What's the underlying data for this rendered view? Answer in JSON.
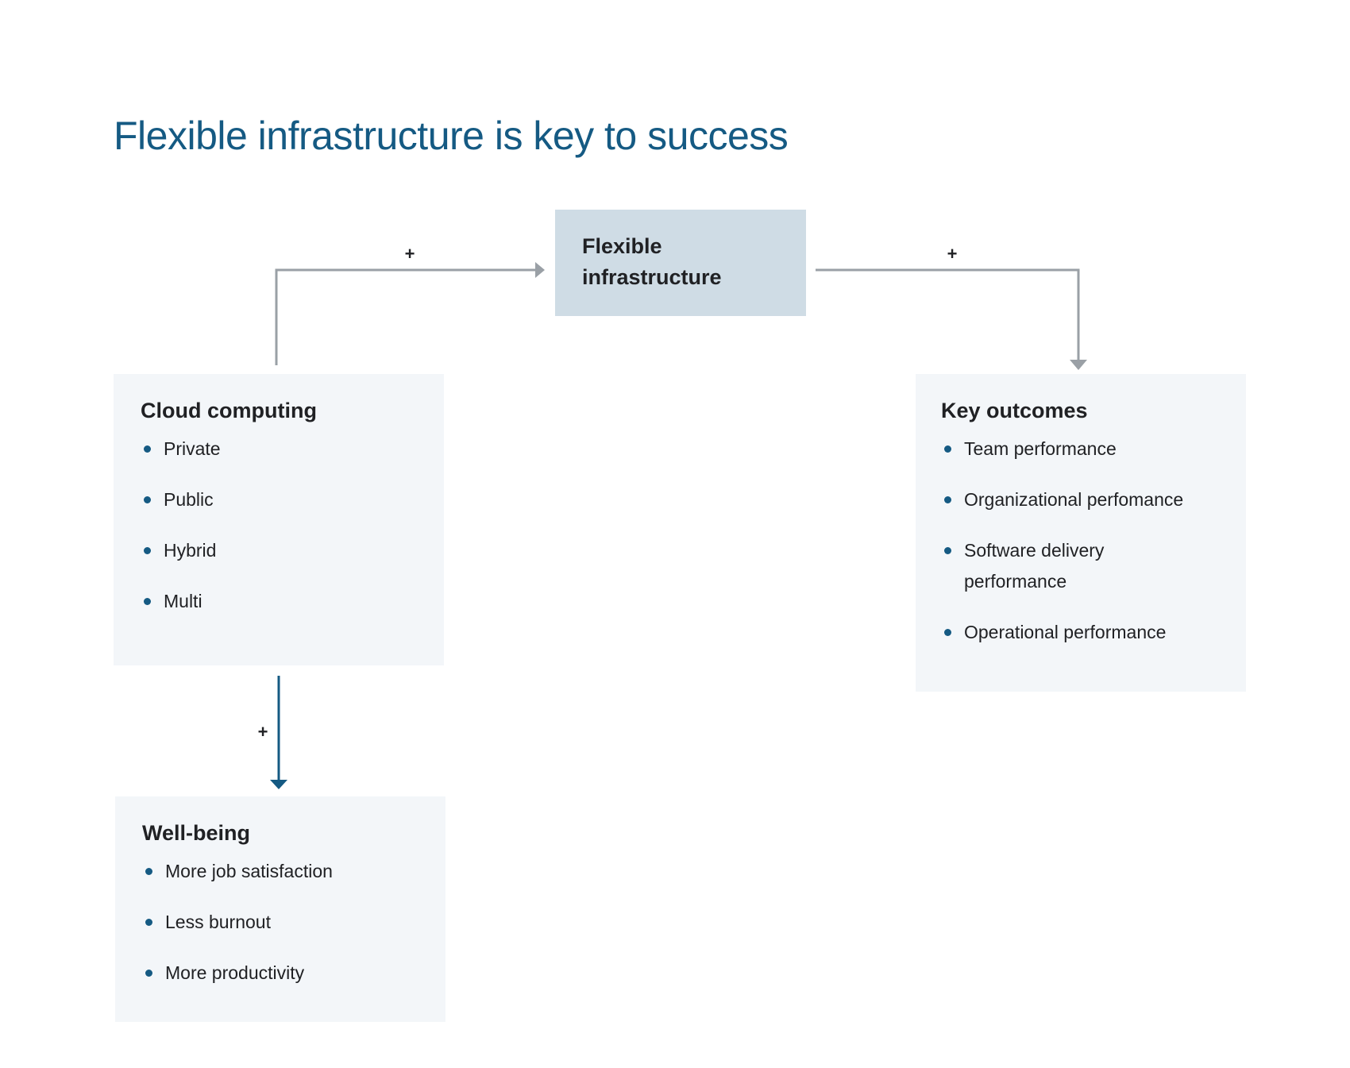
{
  "title": "Flexible infrastructure is key to success",
  "colors": {
    "title": "#155a83",
    "center_box": "#cfdce5",
    "side_box": "#f3f6f9",
    "gray_arrow": "#9aa0a6",
    "blue_arrow": "#155a83",
    "bullet": "#155a83"
  },
  "center": {
    "title": "Flexible infrastructure"
  },
  "cloud": {
    "title": "Cloud computing",
    "items": [
      "Private",
      "Public",
      "Hybrid",
      "Multi"
    ]
  },
  "outcomes": {
    "title": "Key outcomes",
    "items": [
      "Team performance",
      "Organizational perfomance",
      "Software delivery performance",
      "Operational performance"
    ]
  },
  "wellbeing": {
    "title": "Well-being",
    "items": [
      "More job satisfaction",
      "Less burnout",
      "More productivity"
    ]
  },
  "edges": [
    {
      "from": "cloud",
      "to": "center",
      "label": "+"
    },
    {
      "from": "center",
      "to": "outcomes",
      "label": "+"
    },
    {
      "from": "cloud",
      "to": "wellbeing",
      "label": "+"
    }
  ]
}
